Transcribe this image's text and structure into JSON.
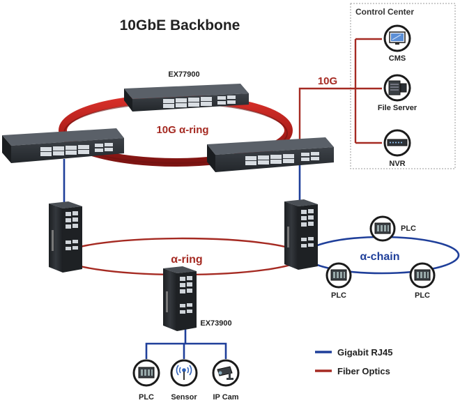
{
  "title": "10GbE Backbone",
  "control_center": {
    "title": "Control Center",
    "devices": [
      {
        "label": "CMS",
        "icon": "monitor-icon"
      },
      {
        "label": "File Server",
        "icon": "server-icon"
      },
      {
        "label": "NVR",
        "icon": "nvr-icon"
      }
    ]
  },
  "backbone": {
    "switch_label": "EX77900",
    "ring_label": "10G α-ring",
    "uplink_label": "10G"
  },
  "access": {
    "ring_label": "α-ring",
    "switch_label": "EX73900"
  },
  "chain": {
    "label": "α-chain",
    "plc_labels": [
      "PLC",
      "PLC",
      "PLC"
    ]
  },
  "edge_devices": [
    {
      "label": "PLC",
      "icon": "plc-icon"
    },
    {
      "label": "Sensor",
      "icon": "sensor-icon"
    },
    {
      "label": "IP Cam",
      "icon": "ip-camera-icon"
    }
  ],
  "legend": [
    {
      "label": "Gigabit RJ45",
      "color": "#1f3f9a"
    },
    {
      "label": "Fiber Optics",
      "color": "#a52a22"
    }
  ],
  "colors": {
    "fiber": "#a52a22",
    "copper": "#1f3f9a",
    "ring_label": "#a52a22",
    "chain_label": "#1f3f9a"
  }
}
